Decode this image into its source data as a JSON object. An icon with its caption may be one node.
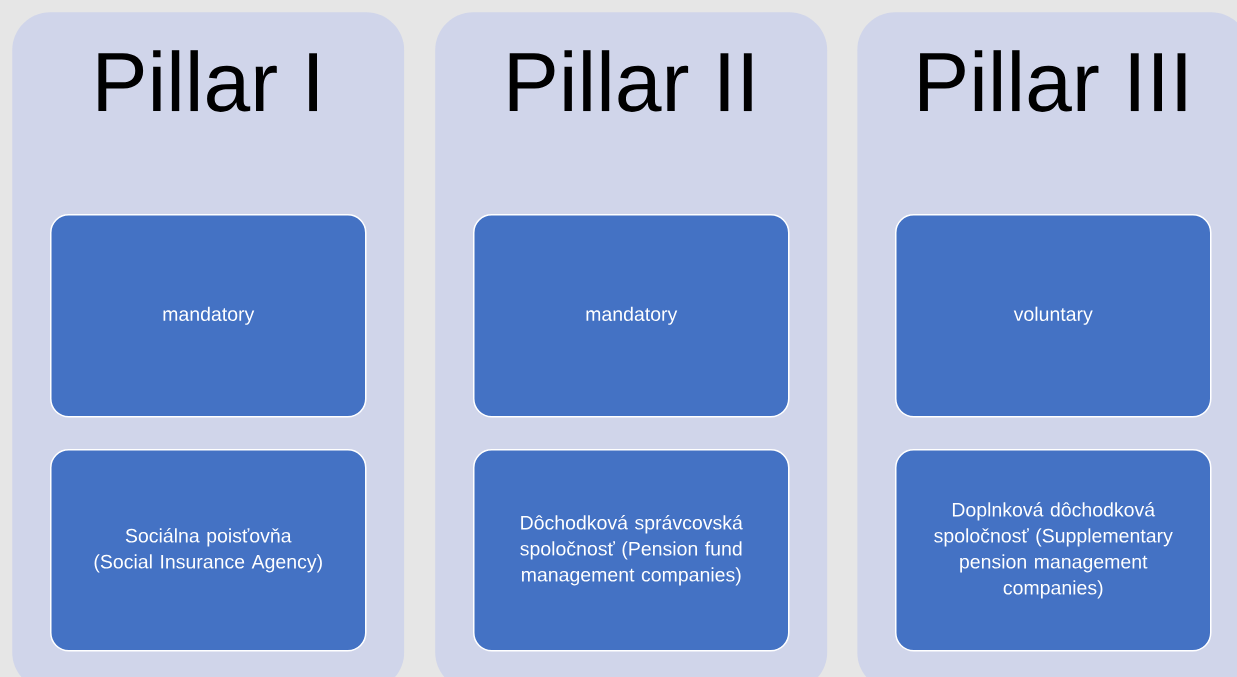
{
  "diagram": {
    "nodes": [
      {
        "text": [
          "Pillar I"
        ]
      },
      {
        "text": [
          "mandatory"
        ],
        "in": 0
      },
      {
        "text": [
          "Sociálna poisťovňa (Social Insurance Agency)"
        ],
        "in": 0
      },
      {
        "text": [
          "Pillar II"
        ]
      },
      {
        "text": [
          "mandatory"
        ],
        "in": 3
      },
      {
        "text": [
          "Dôchodková správcovská spoločnosť (Pension fund management companies)"
        ],
        "in": 3
      },
      {
        "text": [
          "Pillar III"
        ]
      },
      {
        "text": [
          "voluntary"
        ],
        "in": 6
      },
      {
        "text": [
          "Doplnková dôchodková spoločnosť (Supplementary pension management companies)"
        ],
        "in": 6
      }
    ]
  }
}
